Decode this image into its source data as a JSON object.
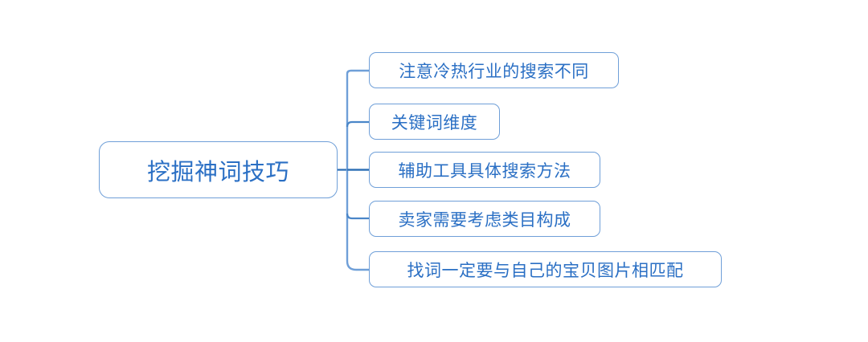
{
  "diagram": {
    "type": "mind-map",
    "background_color": "#ffffff",
    "node_border_color": "#6f9fd8",
    "node_text_color": "#2a6fc4",
    "connector_color": "#4a86c8",
    "root": {
      "label": "挖掘神词技巧"
    },
    "children": [
      {
        "label": "注意冷热行业的搜索不同"
      },
      {
        "label": "关键词维度"
      },
      {
        "label": "辅助工具具体搜索方法"
      },
      {
        "label": "卖家需要考虑类目构成"
      },
      {
        "label": "找词一定要与自己的宝贝图片相匹配"
      }
    ]
  }
}
